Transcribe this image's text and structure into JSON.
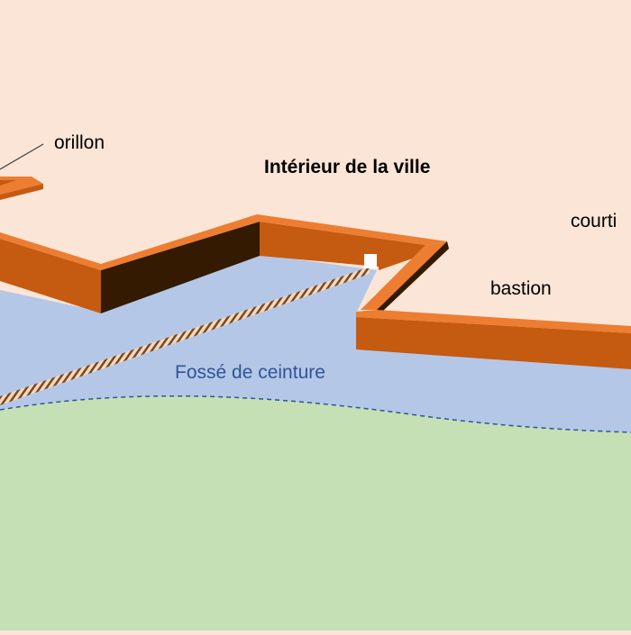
{
  "labels": {
    "orillon": "orillon",
    "interior": "Intérieur de la ville",
    "courtine": "courti",
    "bastion": "bastion",
    "fosse": "Fossé de ceinture"
  },
  "colors": {
    "interior": "#fbe5d6",
    "moat": "#b4c7e7",
    "glacis": "#c5e0b4",
    "wall_top": "#ed7d31",
    "wall_front": "#c55a11",
    "wall_shadow": "#331a00",
    "label_text": "#000000",
    "moat_text": "#2f5597",
    "moat_edge": "#2f5597",
    "bridge": "#f4d8c0",
    "bridge_stripe": "#7a4a20"
  }
}
